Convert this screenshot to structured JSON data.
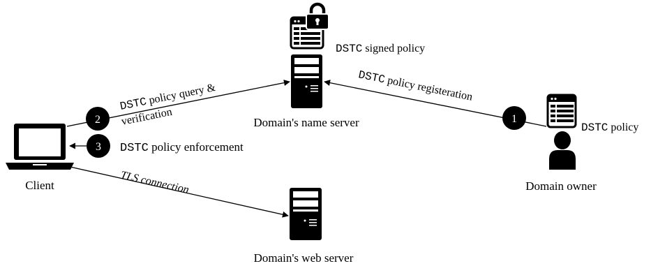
{
  "nodes": {
    "client": "Client",
    "name_server": "Domain's name server",
    "web_server": "Domain's web server",
    "owner": "Domain owner"
  },
  "doc_labels": {
    "signed_policy_code": "DSTC",
    "signed_policy_text": " signed policy",
    "owner_policy_code": "DSTC",
    "owner_policy_text": " policy"
  },
  "edges": {
    "query": {
      "code": "DSTC",
      "text": " policy query &",
      "line2": "verification",
      "step": "2"
    },
    "registration": {
      "code": "DSTC",
      "text": " policy registeration",
      "step": "1"
    },
    "enforcement": {
      "code": "DSTC",
      "text": " policy enforcement",
      "step": "3"
    },
    "tls": {
      "text": "TLS connection"
    }
  },
  "colors": {
    "ink": "#000000",
    "background": "#ffffff"
  },
  "icons": [
    "laptop-icon",
    "server-icon",
    "document-icon",
    "lock-icon",
    "person-icon"
  ]
}
